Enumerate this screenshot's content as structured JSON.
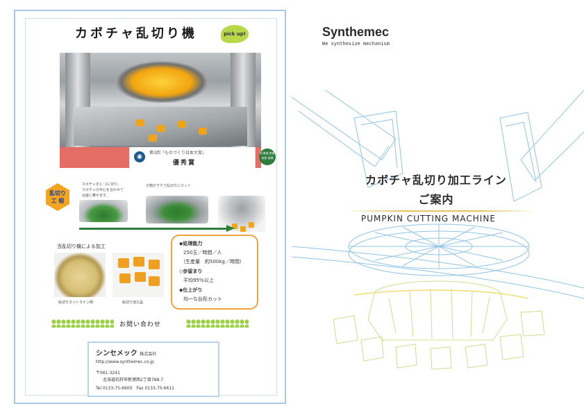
{
  "left_page": {
    "title": "カボチャ乱切り機",
    "pickup_badge": "pick up!",
    "award": {
      "text": "第3回『ものづくり日本大賞』",
      "rank": "優秀賞",
      "circle_text": "北海道 産業技術 振興"
    },
    "process_label_line1": "乱切り",
    "process_label_line2": "工 程",
    "steps": [
      {
        "note_line1": "カボチャを1／2に切り、",
        "note_line2": "カボチャの中心を合わせて",
        "note_line3": "台座に乗せます。"
      },
      {
        "note_line1": "刃物が下りて乱切りにカット"
      },
      {
        "note_line1": ""
      }
    ],
    "processing_title": "当乱切り機による加工",
    "samples": [
      {
        "caption": "乱切りカットライン例"
      },
      {
        "caption": "乱切り加工品"
      }
    ],
    "specs": [
      {
        "text": "◆処理能力",
        "head": true
      },
      {
        "text": "250玉／時間／人",
        "head": false
      },
      {
        "text": "（生産量　約500kg／時間）",
        "head": false
      },
      {
        "text": "◇歩留まり",
        "head": true
      },
      {
        "text": "平均95％以上",
        "head": false
      },
      {
        "text": "◆仕上がり",
        "head": true
      },
      {
        "text": "均一な台形カット",
        "head": false
      }
    ],
    "contact_title": "お問い合わせ",
    "company": {
      "name": "シンセメック",
      "suffix": "株式会社",
      "url": "http://www.synthemec.co.jp",
      "postal": "〒061-3241",
      "address": "北海道石狩市新港西2丁目788-7",
      "phone": "Tel 0133-75-6600　Fax 0133-75-6611"
    }
  },
  "right_page": {
    "brand": "Synthemec",
    "tagline": "We synthesize mechanism",
    "title_line1": "カボチャ乱切り加工ライン",
    "title_line2": "ご案内",
    "english_title": "PUMPKIN CUTTING MACHINE"
  },
  "colors": {
    "page_border": "#a9c7e6",
    "award_red": "#e46d66",
    "accent_orange": "#f2a23a",
    "dot_green": "#9bd145",
    "arrow_green": "#2e7d3a",
    "line_art_blue": "#8fc4e6",
    "line_art_green": "#c9e08e",
    "gold_rule": "#e6c25a"
  }
}
